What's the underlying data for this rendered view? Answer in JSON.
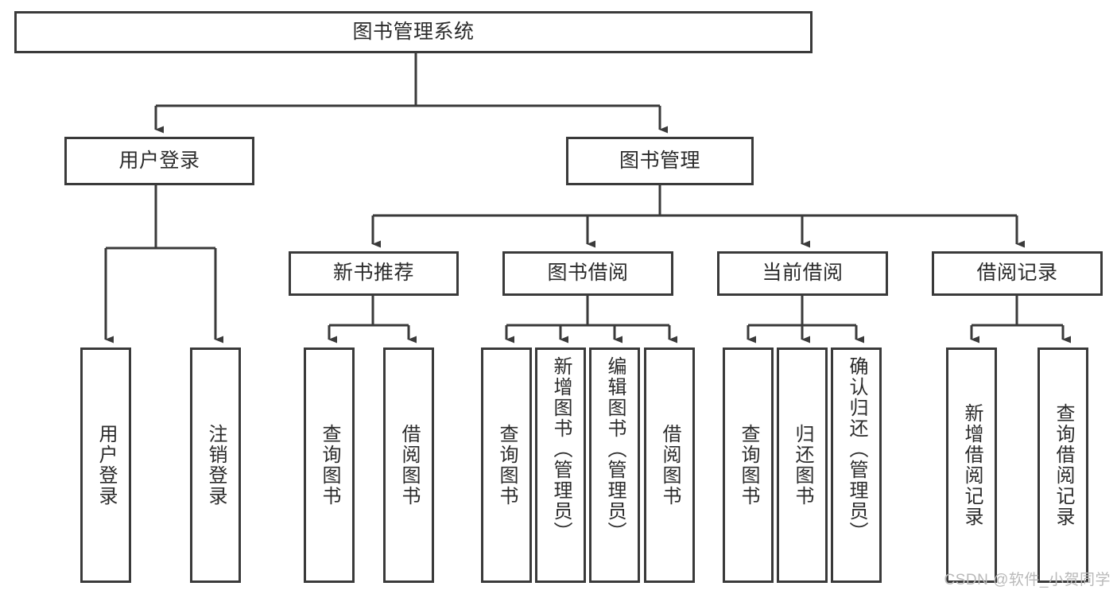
{
  "diagram": {
    "title": "图书管理系统",
    "type": "hierarchy-tree",
    "stroke_color": "#3a3a3a",
    "text_color": "#2b2b2b",
    "background_color": "#ffffff",
    "levels": {
      "root": {
        "label": "图书管理系统"
      },
      "level2": [
        {
          "label": "用户登录"
        },
        {
          "label": "图书管理"
        }
      ],
      "level3": [
        {
          "label": "新书推荐"
        },
        {
          "label": "图书借阅"
        },
        {
          "label": "当前借阅"
        },
        {
          "label": "借阅记录"
        }
      ],
      "leaves": {
        "user_login": [
          {
            "label": "用户登录"
          },
          {
            "label": "注销登录"
          }
        ],
        "new_book_recommend": [
          {
            "label": "查询图书"
          },
          {
            "label": "借阅图书"
          }
        ],
        "book_borrow": [
          {
            "label": "查询图书"
          },
          {
            "label": "新增图书（管理员）"
          },
          {
            "label": "编辑图书（管理员）"
          },
          {
            "label": "借阅图书"
          }
        ],
        "current_borrow": [
          {
            "label": "查询图书"
          },
          {
            "label": "归还图书"
          },
          {
            "label": "确认归还（管理员）"
          }
        ],
        "borrow_record": [
          {
            "label": "新增借阅记录"
          },
          {
            "label": "查询借阅记录"
          }
        ]
      }
    }
  },
  "watermark": {
    "text": "CSDN @软件_小贺同学",
    "color": "#b9b9b9"
  }
}
